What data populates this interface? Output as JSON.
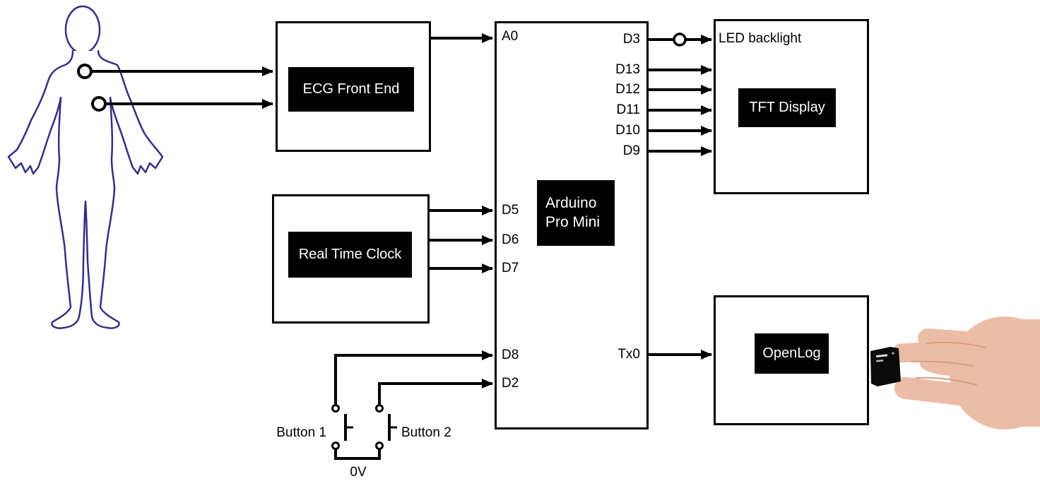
{
  "diagram": {
    "blocks": {
      "ecg": {
        "label": "ECG Front End"
      },
      "rtc": {
        "label": "Real Time Clock"
      },
      "arduino": {
        "line1": "Arduino",
        "line2": "Pro Mini"
      },
      "tft": {
        "label": "TFT Display",
        "backlight_label": "LED backlight"
      },
      "openlog": {
        "label": "OpenLog"
      }
    },
    "arduino_pins": {
      "left": [
        "A0",
        "D5",
        "D6",
        "D7",
        "D8",
        "D2"
      ],
      "right": [
        "D3",
        "D13",
        "D12",
        "D11",
        "D10",
        "D9",
        "Tx0"
      ]
    },
    "buttons": {
      "button1": "Button 1",
      "button2": "Button 2",
      "ground": "0V"
    },
    "icons": {
      "body": "human-body-outline",
      "electrodes": "ecg-electrode-circle",
      "d3_bubble": "inverter-bubble",
      "sd_card": "micro-sd-card",
      "hand": "hand-holding-sd-card"
    },
    "colors": {
      "line": "#000000",
      "block_fill": "#000000",
      "block_text": "#ffffff",
      "body_outline": "#333084",
      "skin": "#ecbda6",
      "background": "#ffffff"
    }
  }
}
